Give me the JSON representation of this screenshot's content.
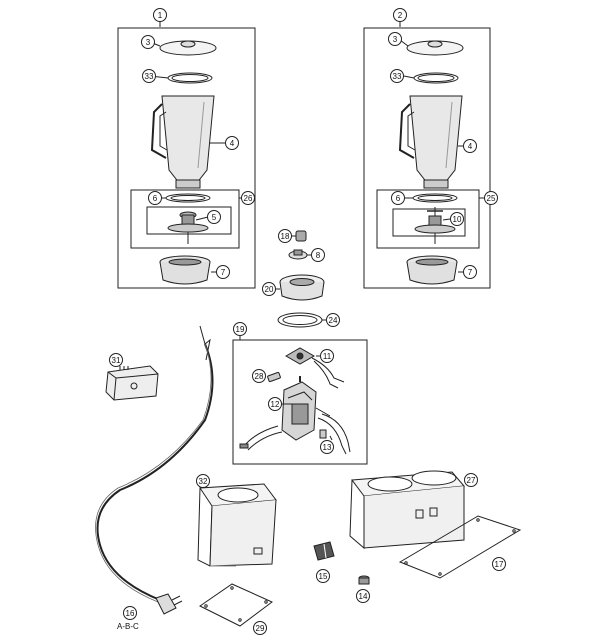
{
  "callouts": {
    "c1": "1",
    "c2": "2",
    "c3a": "3",
    "c3b": "3",
    "c33a": "33",
    "c33b": "33",
    "c4a": "4",
    "c4b": "4",
    "c6a": "6",
    "c6b": "6",
    "c26": "26",
    "c25": "25",
    "c5": "5",
    "c10": "10",
    "c7a": "7",
    "c7b": "7",
    "c18": "18",
    "c8": "8",
    "c20": "20",
    "c24": "24",
    "c19": "19",
    "c11": "11",
    "c28": "28",
    "c12": "12",
    "c13": "13",
    "c31": "31",
    "c32": "32",
    "c27": "27",
    "c15": "15",
    "c17": "17",
    "c14": "14",
    "c16": "16",
    "c29": "29"
  },
  "captions": {
    "cord_variants": "A-B-C"
  }
}
